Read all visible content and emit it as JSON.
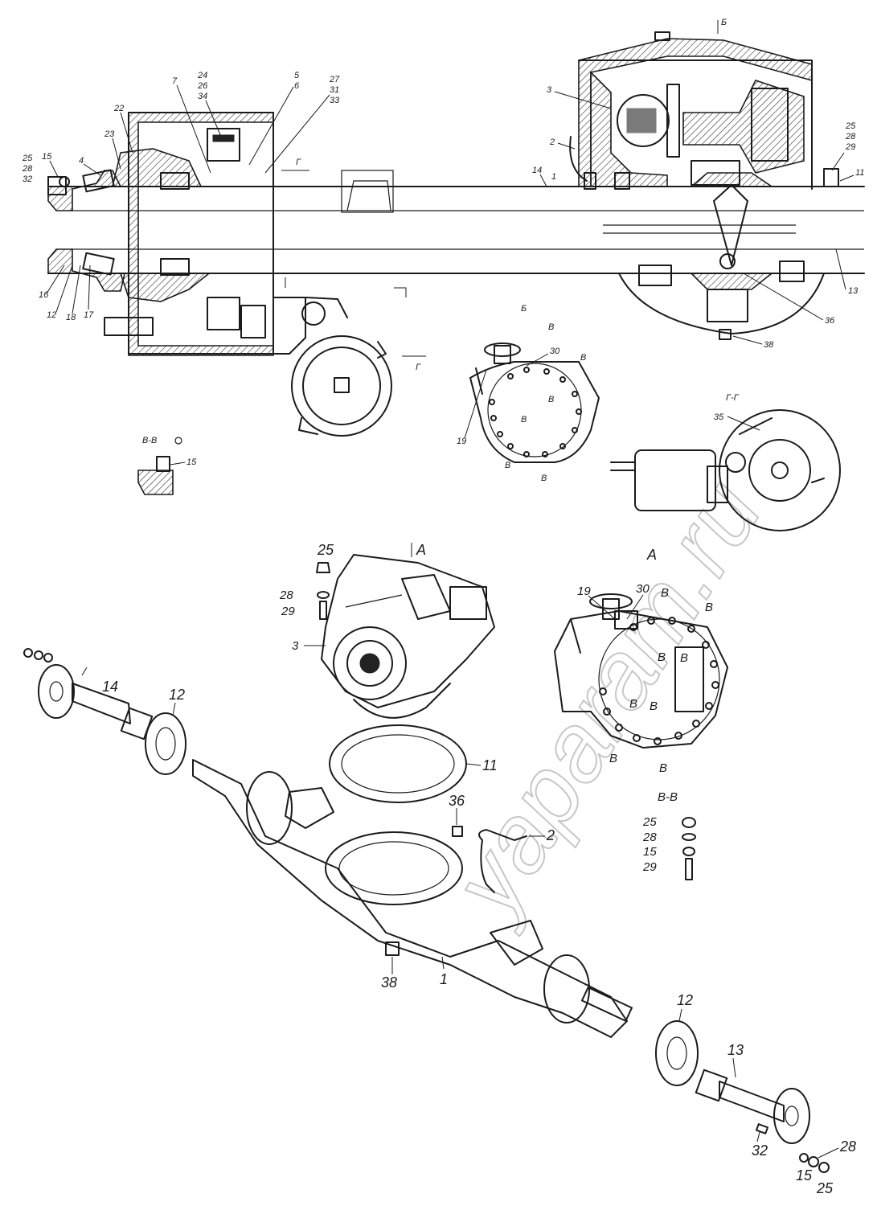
{
  "watermark": "yaparam.ru",
  "callouts_section": {
    "c25_28_32": [
      "25",
      "28",
      "32"
    ],
    "c15": "15",
    "c4": "4",
    "c22": "22",
    "c23": "23",
    "c7": "7",
    "c24_26_34": [
      "24",
      "26",
      "34"
    ],
    "c5_6": [
      "5",
      "6"
    ],
    "c27_31_33": [
      "27",
      "31",
      "33"
    ],
    "c16": "16",
    "c12": "12",
    "c18": "18",
    "c17": "17",
    "c3": "3",
    "c2": "2",
    "c14": "14",
    "c1": "1",
    "c25_28_29": [
      "25",
      "28",
      "29"
    ],
    "c11": "11",
    "c13": "13",
    "c36": "36",
    "c38": "38",
    "cB": "Б",
    "cG": "Г"
  },
  "views": {
    "b_view": {
      "title": "Б",
      "c30": "30",
      "c19": "19",
      "v": "В"
    },
    "vv_small": {
      "title": "В-В",
      "c15": "15"
    },
    "gg_view": {
      "title": "Г-Г",
      "c35": "35"
    },
    "a_view": {
      "title": "А",
      "c19": "19",
      "c30": "30",
      "v": "В"
    },
    "vv_list": {
      "title": "В-В",
      "items": [
        "25",
        "28",
        "15",
        "29"
      ]
    }
  },
  "exploded": {
    "arrow_a": "А",
    "c25": "25",
    "c28": "28",
    "c29": "29",
    "c3": "3",
    "c14": "14",
    "c12a": "12",
    "c11": "11",
    "c36": "36",
    "c2": "2",
    "c38": "38",
    "c1": "1",
    "c12b": "12",
    "c13": "13",
    "c32": "32",
    "c15": "15",
    "c28b": "28"
  }
}
